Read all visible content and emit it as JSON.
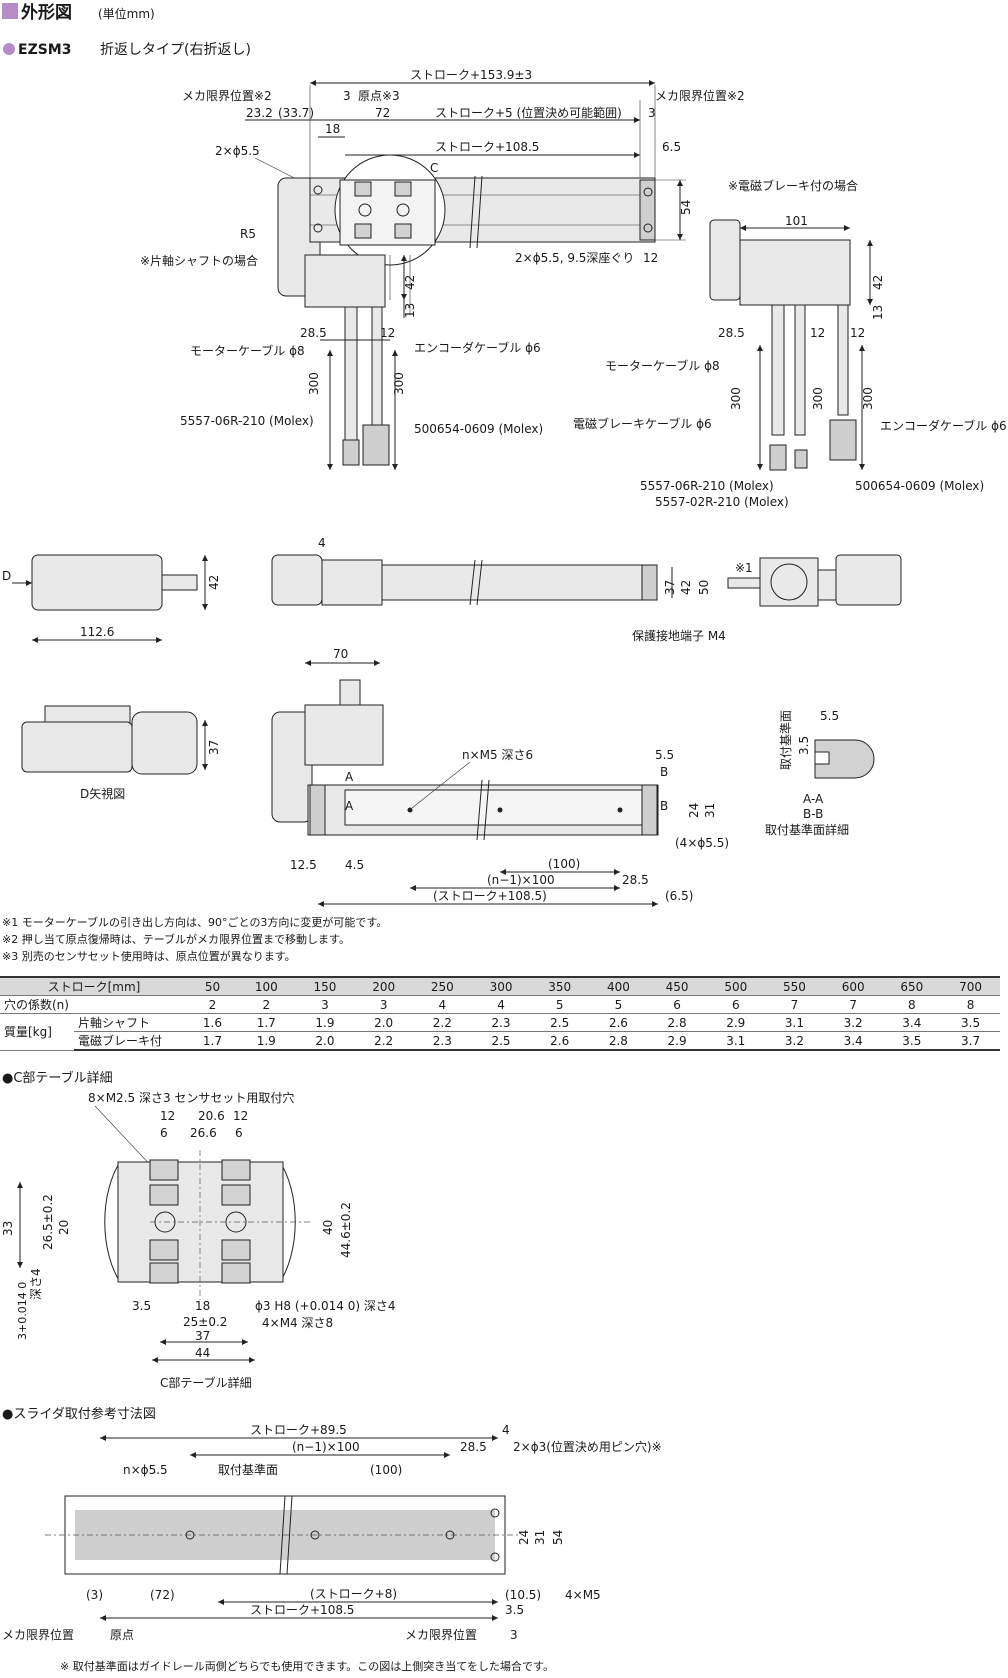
{
  "header": {
    "title": "外形図",
    "unit": "(単位mm)",
    "model": "EZSM3",
    "model_type": "折返しタイプ(右折返し)",
    "accent_color": "#b58cc8"
  },
  "top_view": {
    "labels": {
      "stroke_total": "ストローク+153.9±3",
      "mecha_limit_left": "メカ限界位置※2",
      "mecha_limit_right": "メカ限界位置※2",
      "origin": "原点※3",
      "d3": "3",
      "d23_2": "23.2",
      "d33_7": "(33.7)",
      "d72": "72",
      "stroke_plus5": "ストローク+5 (位置決め可能範囲)",
      "d3r": "3",
      "d18": "18",
      "stroke_108": "ストローク+108.5",
      "d6_5": "6.5",
      "hole_5_5": "2×ϕ5.5",
      "c_mark": "C",
      "d54": "54",
      "r5": "R5",
      "counterbore": "2×ϕ5.5, 9.5深座ぐり",
      "d12": "12",
      "single_shaft": "※片軸シャフトの場合",
      "d42": "42",
      "d13": "13",
      "d28_5": "28.5",
      "d12b": "12",
      "motor_cable": "モーターケーブル ϕ8",
      "encoder_cable": "エンコーダケーブル ϕ6",
      "d300a": "300",
      "d300b": "300",
      "conn_a": "5557-06R-210 (Molex)",
      "conn_b": "500654-0609 (Molex)"
    }
  },
  "brake_view": {
    "labels": {
      "title": "※電磁ブレーキ付の場合",
      "d101": "101",
      "d42": "42",
      "d13": "13",
      "d28_5": "28.5",
      "d12a": "12",
      "d12b": "12",
      "motor_cable": "モーターケーブル ϕ8",
      "brake_cable": "電磁ブレーキケーブル ϕ6",
      "encoder_cable": "エンコーダケーブル ϕ6",
      "d300a": "300",
      "d300b": "300",
      "d300c": "300",
      "conn_a": "5557-06R-210 (Molex)",
      "conn_b": "5557-02R-210 (Molex)",
      "conn_c": "500654-0609 (Molex)"
    }
  },
  "side_views": {
    "labels": {
      "d_mark": "D",
      "d42": "42",
      "d112_6": "112.6",
      "d4": "4",
      "d37": "37",
      "d42b": "42",
      "d50": "50",
      "star1": "※1",
      "ground": "保護接地端子 M4",
      "d70": "70",
      "d37b": "37",
      "d_view": "D矢視図",
      "holes": "n×M5 深さ6",
      "d5_5": "5.5",
      "a1": "A",
      "a2": "A",
      "b1": "B",
      "b2": "B",
      "d24": "24",
      "d31": "31",
      "d12_5": "12.5",
      "d4_5": "4.5",
      "d100p": "(100)",
      "n1x100": "(n−1)×100",
      "d28_5": "28.5",
      "stroke_108": "(ストローク+108.5)",
      "d6_5": "(6.5)",
      "hole4": "(4×ϕ5.5)",
      "ref_face": "取付基準面",
      "d3_5": "3.5",
      "d5_5b": "5.5",
      "aa": "A-A",
      "bb": "B-B",
      "ref_detail": "取付基準面詳細"
    }
  },
  "notes": [
    "※1 モーターケーブルの引き出し方向は、90°ごとの3方向に変更が可能です。",
    "※2 押し当て原点復帰時は、テーブルがメカ限界位置まで移動します。",
    "※3 別売のセンサセット使用時は、原点位置が異なります。"
  ],
  "spec_table": {
    "stroke_label": "ストローク[mm]",
    "strokes": [
      "50",
      "100",
      "150",
      "200",
      "250",
      "300",
      "350",
      "400",
      "450",
      "500",
      "550",
      "600",
      "650",
      "700"
    ],
    "holes_label": "穴の係数(n)",
    "holes": [
      "2",
      "2",
      "3",
      "3",
      "4",
      "4",
      "5",
      "5",
      "6",
      "6",
      "7",
      "7",
      "8",
      "8"
    ],
    "mass_label": "質量[kg]",
    "single_label": "片軸シャフト",
    "single": [
      "1.6",
      "1.7",
      "1.9",
      "2.0",
      "2.2",
      "2.3",
      "2.5",
      "2.6",
      "2.8",
      "2.9",
      "3.1",
      "3.2",
      "3.4",
      "3.5"
    ],
    "brake_label": "電磁ブレーキ付",
    "brake": [
      "1.7",
      "1.9",
      "2.0",
      "2.2",
      "2.3",
      "2.5",
      "2.6",
      "2.8",
      "2.9",
      "3.1",
      "3.2",
      "3.4",
      "3.5",
      "3.7"
    ]
  },
  "c_detail": {
    "title": "●C部テーブル詳細",
    "labels": {
      "sensor_holes": "8×M2.5 深さ3 センサセット用取付穴",
      "d12a": "12",
      "d20_6": "20.6",
      "d12b": "12",
      "d6a": "6",
      "d26_6": "26.6",
      "d6b": "6",
      "d33": "33",
      "d26_5": "26.5±0.2",
      "d20": "20",
      "d40": "40",
      "d44_6": "44.6±0.2",
      "depth4": "深さ4",
      "tol3": "3+0.014 0",
      "d3_5": "3.5",
      "d18": "18",
      "pin_hole": "ϕ3 H8 (+0.014 0) 深さ4",
      "m4": "4×M4 深さ8",
      "d25": "25±0.2",
      "d37": "37",
      "d44": "44",
      "caption": "C部テーブル詳細"
    }
  },
  "slider_ref": {
    "title": "●スライダ取付参考寸法図",
    "labels": {
      "stroke_89": "ストローク+89.5",
      "d4": "4",
      "n1x100": "(n−1)×100",
      "d28_5": "28.5",
      "pins": "2×ϕ3(位置決め用ピン穴)※",
      "holes": "n×ϕ5.5",
      "ref_face": "取付基準面",
      "d100p": "(100)",
      "d24": "24",
      "d31": "31",
      "d54": "54",
      "d3p": "(3)",
      "d72p": "(72)",
      "stroke_8": "(ストローク+8)",
      "d10_5": "(10.5)",
      "m5": "4×M5",
      "stroke_108": "ストローク+108.5",
      "d3_5": "3.5",
      "mecha_left": "メカ限界位置",
      "origin": "原点",
      "mecha_right": "メカ限界位置",
      "d3": "3"
    },
    "footnote": "※ 取付基準面はガイドレール両側どちらでも使用できます。この図は上側突き当てをした場合です。"
  }
}
